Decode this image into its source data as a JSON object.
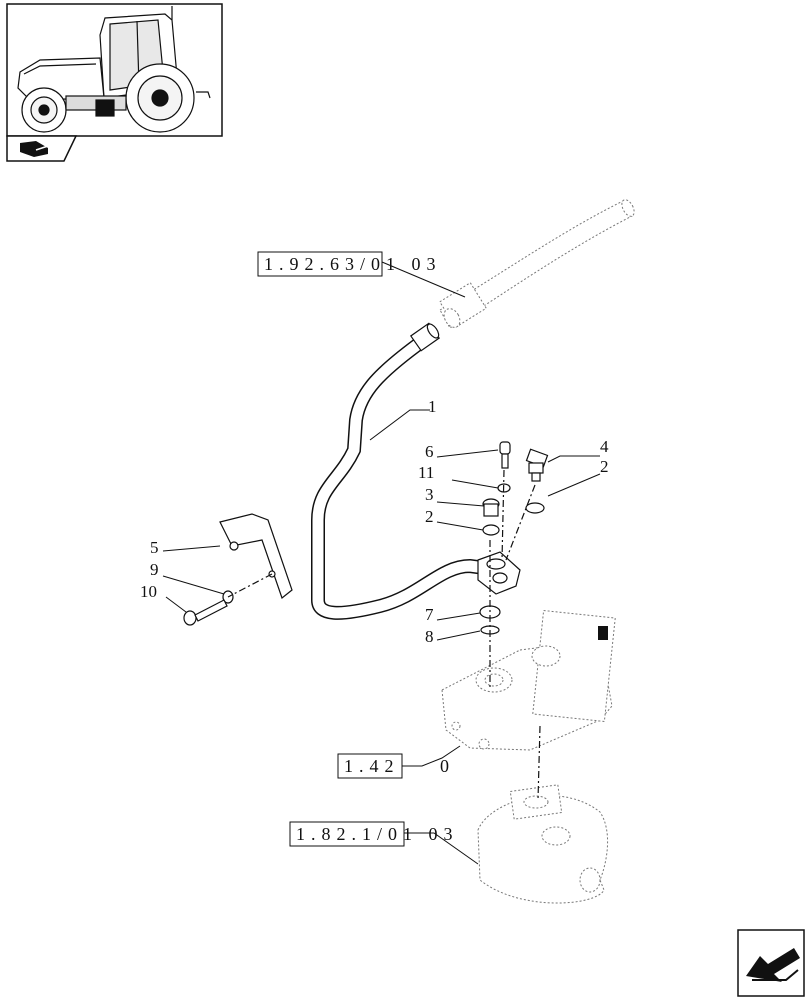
{
  "thumbnail": {
    "icon": "tractor-cab-icon",
    "badge_icon": "book-index-icon"
  },
  "references": {
    "ref_a": "1.92.63/01 03",
    "ref_b": "1.42",
    "ref_b_suffix": "0",
    "ref_c": "1.82.1/01 03"
  },
  "callouts": {
    "c1": "1",
    "c6": "6",
    "c11": "11",
    "c3": "3",
    "c2a": "2",
    "c4": "4",
    "c2b": "2",
    "c5": "5",
    "c9": "9",
    "c10": "10",
    "c7": "7",
    "c8": "8"
  },
  "nav": {
    "icon": "previous-page-arrow-icon"
  }
}
